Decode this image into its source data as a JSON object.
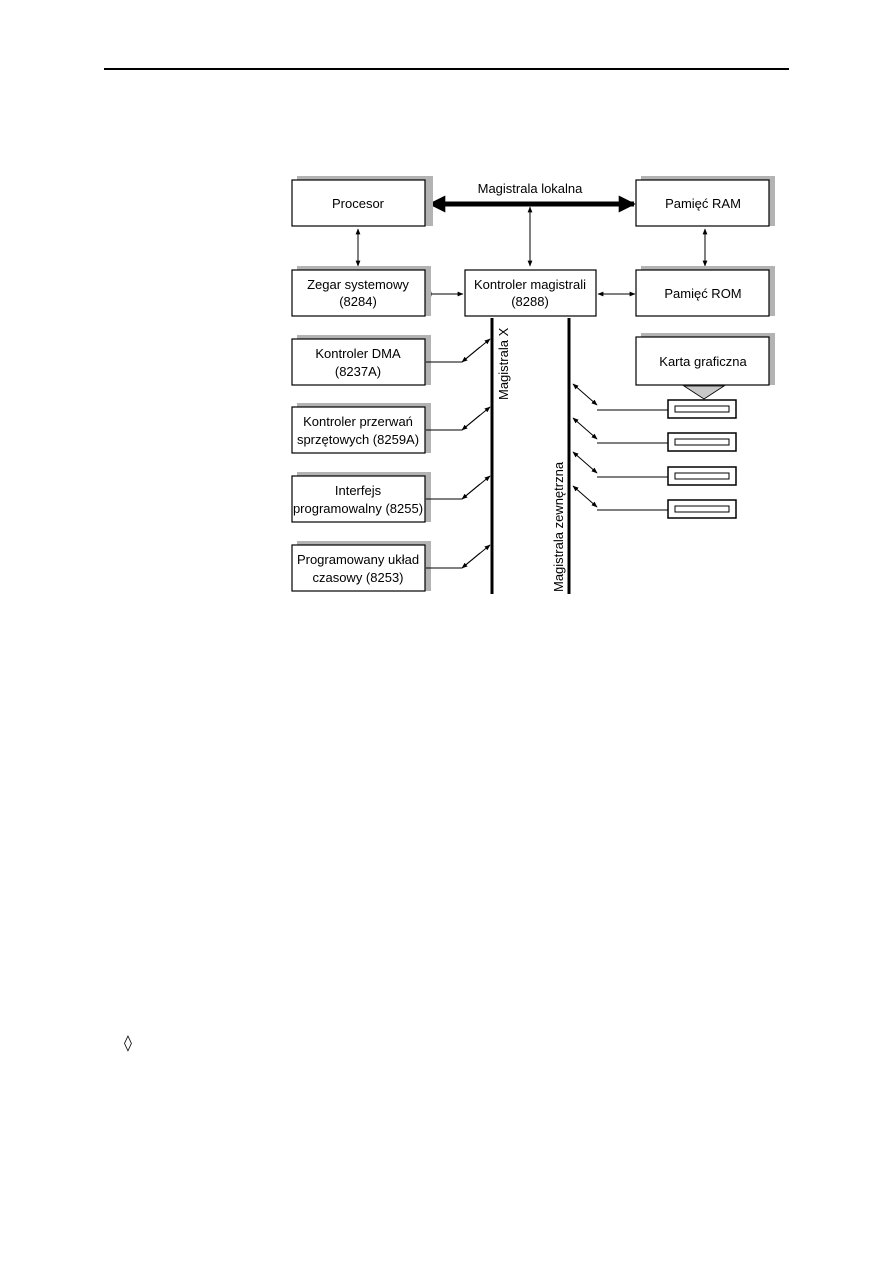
{
  "diagram": {
    "local_bus_label": "Magistrala lokalna",
    "x_bus_label": "Magistrala X",
    "external_bus_label": "Magistrala zewnętrzna",
    "boxes": {
      "processor": [
        "Procesor"
      ],
      "ram": [
        "Pamięć RAM"
      ],
      "clock": [
        "Zegar systemowy",
        "(8284)"
      ],
      "bus_controller": [
        "Kontroler magistrali",
        "(8288)"
      ],
      "rom": [
        "Pamięć ROM"
      ],
      "dma": [
        "Kontroler DMA",
        "(8237A)"
      ],
      "interrupt_controller": [
        "Kontroler przerwań",
        "sprzętowych (8259A)"
      ],
      "ppi": [
        "Interfejs",
        "programowalny (8255)"
      ],
      "timer": [
        "Programowany układ",
        "czasowy (8253)"
      ],
      "graphics_card": [
        "Karta graficzna"
      ]
    },
    "expansion_slots": 4
  },
  "bullet": "◊"
}
